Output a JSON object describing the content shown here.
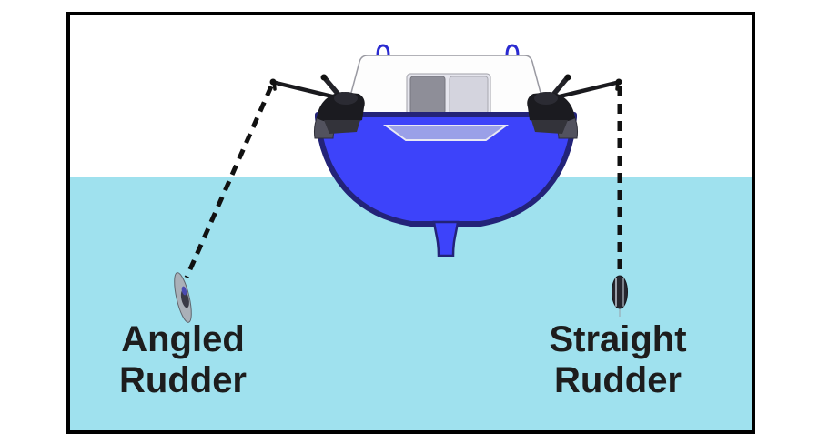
{
  "frame": {
    "border_color": "#000000"
  },
  "scene": {
    "sky_color": "#FFFFFF",
    "water_color": "#9FE1EE"
  },
  "boat": {
    "hull_color": "#3D43FA",
    "hull_outline_color": "#232378",
    "deck_recess_color": "#9AA0E8",
    "cabin_color": "#FDFDFD",
    "window_dark_color": "#8E8E98",
    "window_light_color": "#D4D4DE"
  },
  "rigging": {
    "line_color": "#111111"
  },
  "labels": {
    "angled": {
      "line1": "Angled",
      "line2": "Rudder"
    },
    "straight": {
      "line1": "Straight",
      "line2": "Rudder"
    },
    "text_color": "#1D1D1D"
  }
}
